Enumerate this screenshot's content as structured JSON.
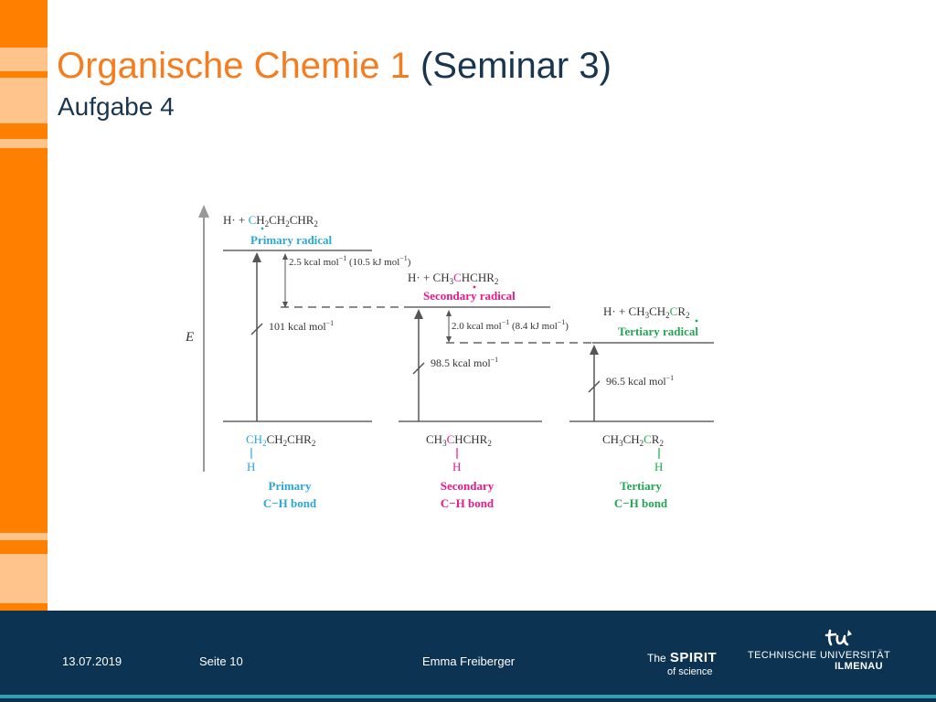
{
  "slide": {
    "title_main": "Organische Chemie 1",
    "title_sub": "(Seminar 3)",
    "subtitle": "Aufgabe 4"
  },
  "diagram": {
    "axis_label": "E",
    "levels": {
      "primary": {
        "radical_formula": {
          "pre": "H· + ",
          "colored": "C",
          "h2": "H",
          "sub2": "2",
          "ch": "CH",
          "sub2b": "2",
          "chr": "CHR",
          "sub2c": "2"
        },
        "radical_label": "Primary radical",
        "bond_formula": {
          "colored": "CH",
          "sub2": "2",
          "rest": "CH",
          "sub2b": "2",
          "rest2": "CHR",
          "sub2c": "2"
        },
        "bond_h": "H",
        "bond_label_1": "Primary",
        "bond_label_2": "C−H bond",
        "bde_value": "101 kcal mol",
        "color": "#29a8d8"
      },
      "secondary": {
        "radical_formula": {
          "pre": "H· + CH",
          "sub3": "3",
          "colored": "C",
          "rest": "HCHR",
          "sub2": "2"
        },
        "radical_label": "Secondary radical",
        "bond_formula": {
          "pre": "CH",
          "sub3": "3",
          "colored": "C",
          "rest": "HCHR",
          "sub2": "2"
        },
        "bond_h": "H",
        "bond_label_1": "Secondary",
        "bond_label_2": "C−H bond",
        "bde_value": "98.5 kcal mol",
        "color": "#e8198b"
      },
      "tertiary": {
        "radical_formula": {
          "pre": "H· + CH",
          "sub3": "3",
          "mid": "CH",
          "sub2": "2",
          "colored": "C",
          "rest": "R",
          "sub2b": "2"
        },
        "radical_label": "Tertiary radical",
        "bond_formula": {
          "pre": "CH",
          "sub3": "3",
          "mid": "CH",
          "sub2": "2",
          "colored": "C",
          "rest": "R",
          "sub2b": "2"
        },
        "bond_h": "H",
        "bond_label_1": "Tertiary",
        "bond_label_2": "C−H bond",
        "bde_value": "96.5 kcal mol",
        "color": "#22a653"
      }
    },
    "gap_primary_secondary": "2.5 kcal mol",
    "gap_primary_secondary_kj": " (10.5 kJ mol",
    "gap_secondary_tertiary": "2.0 kcal mol",
    "gap_secondary_tertiary_kj": " (8.4 kJ mol",
    "superscript": "−1",
    "close_paren": ")"
  },
  "footer": {
    "date": "13.07.2019",
    "page": "Seite 10",
    "author": "Emma Freiberger",
    "logo_the": "The",
    "logo_spirit": "SPIRIT",
    "logo_science": "of science",
    "logo_tu_line1": "TECHNISCHE UNIVERSITÄT",
    "logo_tu_line2": "ILMENAU",
    "logo_tu_mark": "tu"
  },
  "colors": {
    "orange": "#ff7f00",
    "orange_light": "#ffc48c",
    "navy": "#0d3352",
    "title_orange": "#f57c1f",
    "teal": "#2f9fb3"
  }
}
